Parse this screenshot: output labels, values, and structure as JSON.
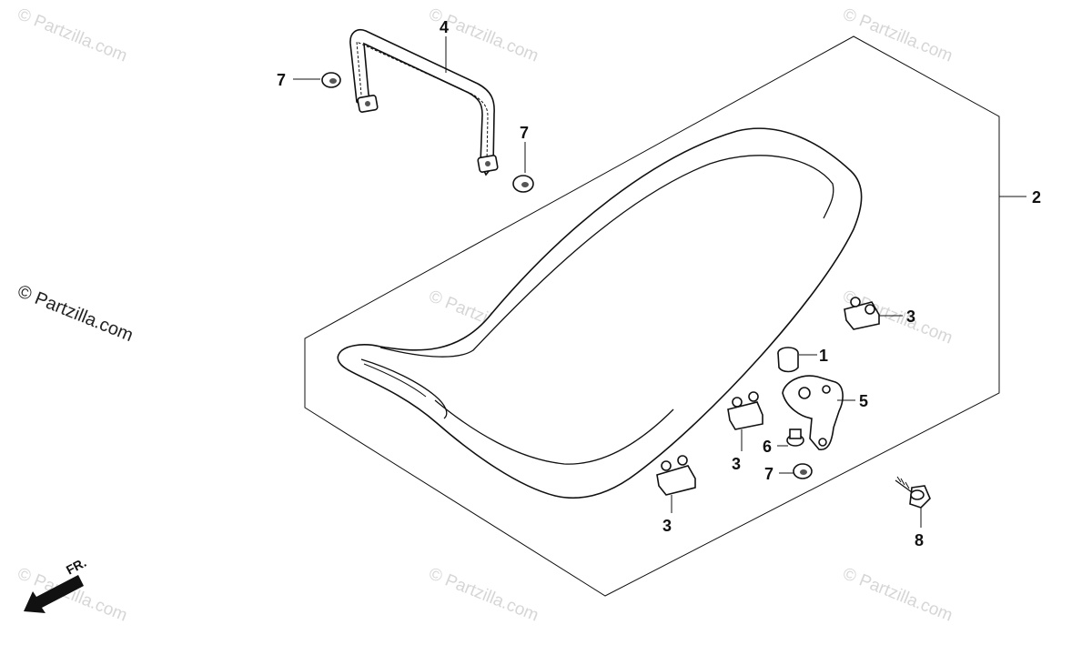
{
  "watermark": {
    "text": "© Partzilla.com"
  },
  "callouts": [
    {
      "id": "c4",
      "label": "4"
    },
    {
      "id": "c7a",
      "label": "7"
    },
    {
      "id": "c7b",
      "label": "7"
    },
    {
      "id": "c2",
      "label": "2"
    },
    {
      "id": "c3a",
      "label": "3"
    },
    {
      "id": "c1",
      "label": "1"
    },
    {
      "id": "c5",
      "label": "5"
    },
    {
      "id": "c3b",
      "label": "3"
    },
    {
      "id": "c6",
      "label": "6"
    },
    {
      "id": "c7c",
      "label": "7"
    },
    {
      "id": "c3c",
      "label": "3"
    },
    {
      "id": "c8",
      "label": "8"
    }
  ],
  "direction_marker": {
    "label": "FR."
  }
}
